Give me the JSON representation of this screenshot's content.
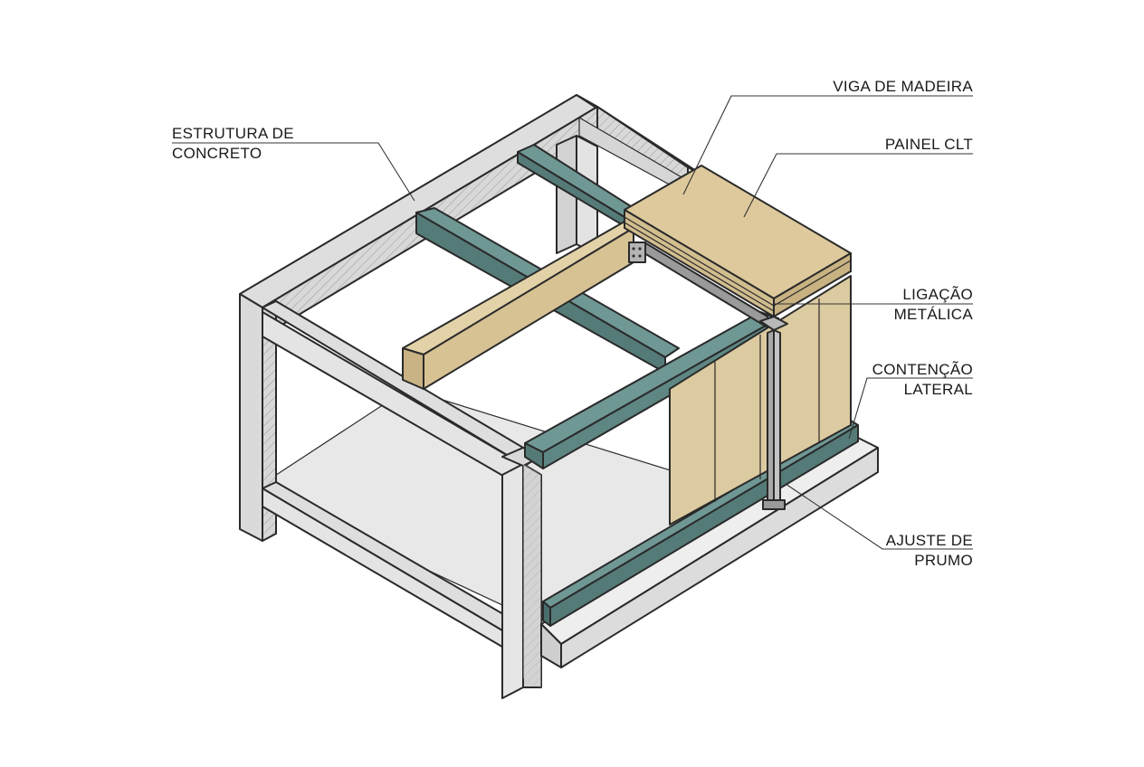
{
  "labels": {
    "estrutura": [
      "ESTRUTURA DE",
      "CONCRETO"
    ],
    "viga": [
      "VIGA DE MADEIRA"
    ],
    "painel": [
      "PAINEL CLT"
    ],
    "ligacao": [
      "LIGAÇÃO",
      "METÁLICA"
    ],
    "contencao": [
      "CONTENÇÃO",
      "LATERAL"
    ],
    "ajuste": [
      "AJUSTE DE",
      "PRUMO"
    ]
  },
  "colors": {
    "concrete": "#dcdcdc",
    "concrete_dark": "#c4c4c4",
    "steel": "#6f9895",
    "steel_dark": "#557b78",
    "timber": "#dccaa0",
    "timber_dark": "#cdb888",
    "floor": "#e9e9e9",
    "line": "#2a2a2a"
  }
}
